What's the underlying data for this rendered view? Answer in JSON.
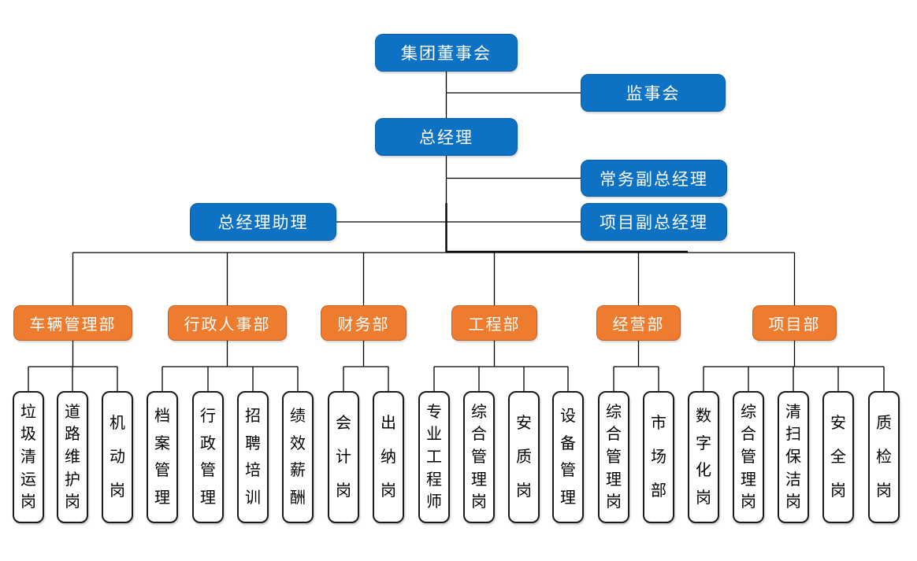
{
  "executives": {
    "board_of_directors": "集团董事会",
    "supervisory_board": "监事会",
    "general_manager": "总经理",
    "executive_deputy_general_manager": "常务副总经理",
    "general_manager_assistant": "总经理助理",
    "project_deputy_general_manager": "项目副总经理"
  },
  "departments": [
    {
      "label": "车辆管理部",
      "positions": [
        "垃圾清运岗",
        "道路维护岗",
        "机动岗"
      ]
    },
    {
      "label": "行政人事部",
      "positions": [
        "档案管理",
        "行政管理",
        "招聘培训",
        "绩效薪酬"
      ]
    },
    {
      "label": "财务部",
      "positions": [
        "会计岗",
        "出纳岗"
      ]
    },
    {
      "label": "工程部",
      "positions": [
        "专业工程师",
        "综合管理岗",
        "安质岗",
        "设备管理"
      ]
    },
    {
      "label": "经营部",
      "positions": [
        "综合管理岗",
        "市场部"
      ]
    },
    {
      "label": "项目部",
      "positions": [
        "数字化岗",
        "综合管理岗",
        "清扫保洁岗",
        "安全岗",
        "质检岗"
      ]
    }
  ],
  "colors": {
    "executive_fill": "#0E72C4",
    "department_fill": "#ED7C2F",
    "position_border": "#1A1A1A",
    "connector": "#000000"
  }
}
